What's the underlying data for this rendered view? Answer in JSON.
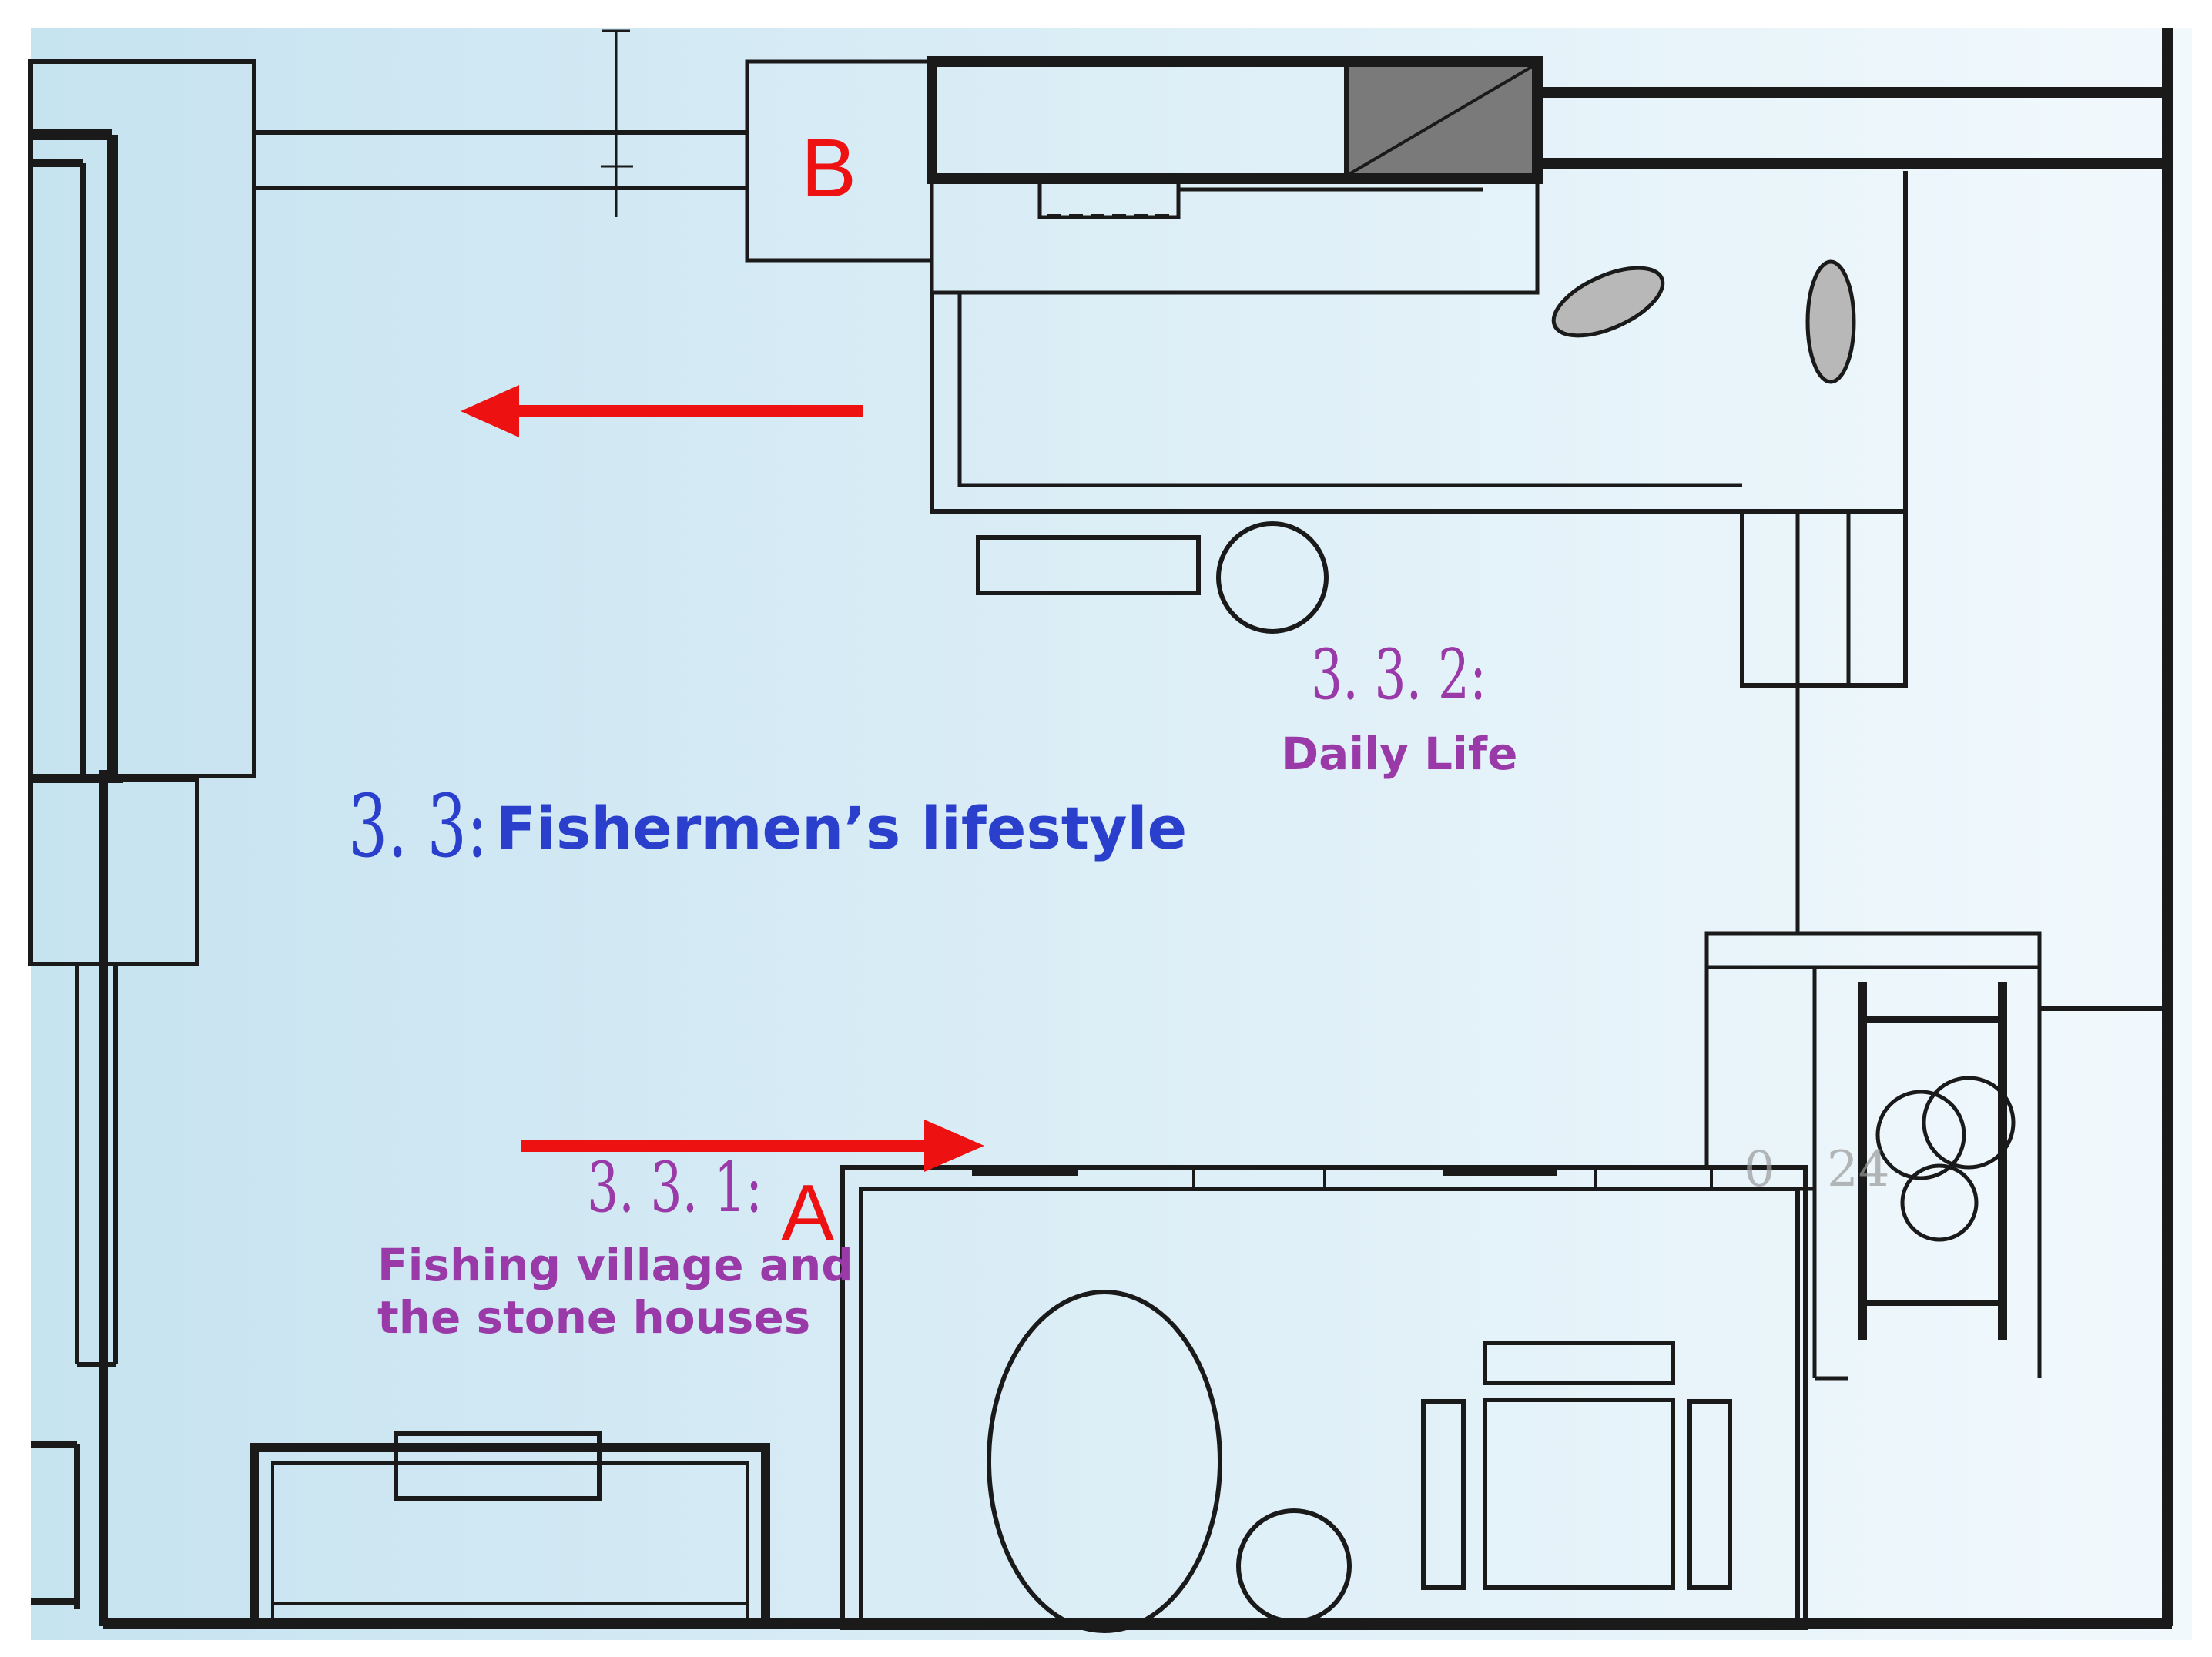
{
  "labels": {
    "marker_a": "A",
    "marker_b": "B",
    "section_main_number": "3. 3:",
    "section_main_title": "Fishermen’s lifestyle",
    "section_331_number": "3. 3. 1:",
    "section_331_title_line1": "Fishing village and",
    "section_331_title_line2": "the stone houses",
    "section_332_number": "3. 3. 2:",
    "section_332_title": "Daily Life"
  },
  "colors": {
    "background_light": "#e9f5fb",
    "background_dark": "#c6e3f0",
    "wall": "#1a1a1a",
    "arrow": "#ee1111",
    "marker": "#ee1111",
    "section_main": "#2a3fcc",
    "subsection": "#9a3aa8",
    "shaded_fill": "#7a7a7a",
    "oval_fill": "#b8b8b8"
  }
}
